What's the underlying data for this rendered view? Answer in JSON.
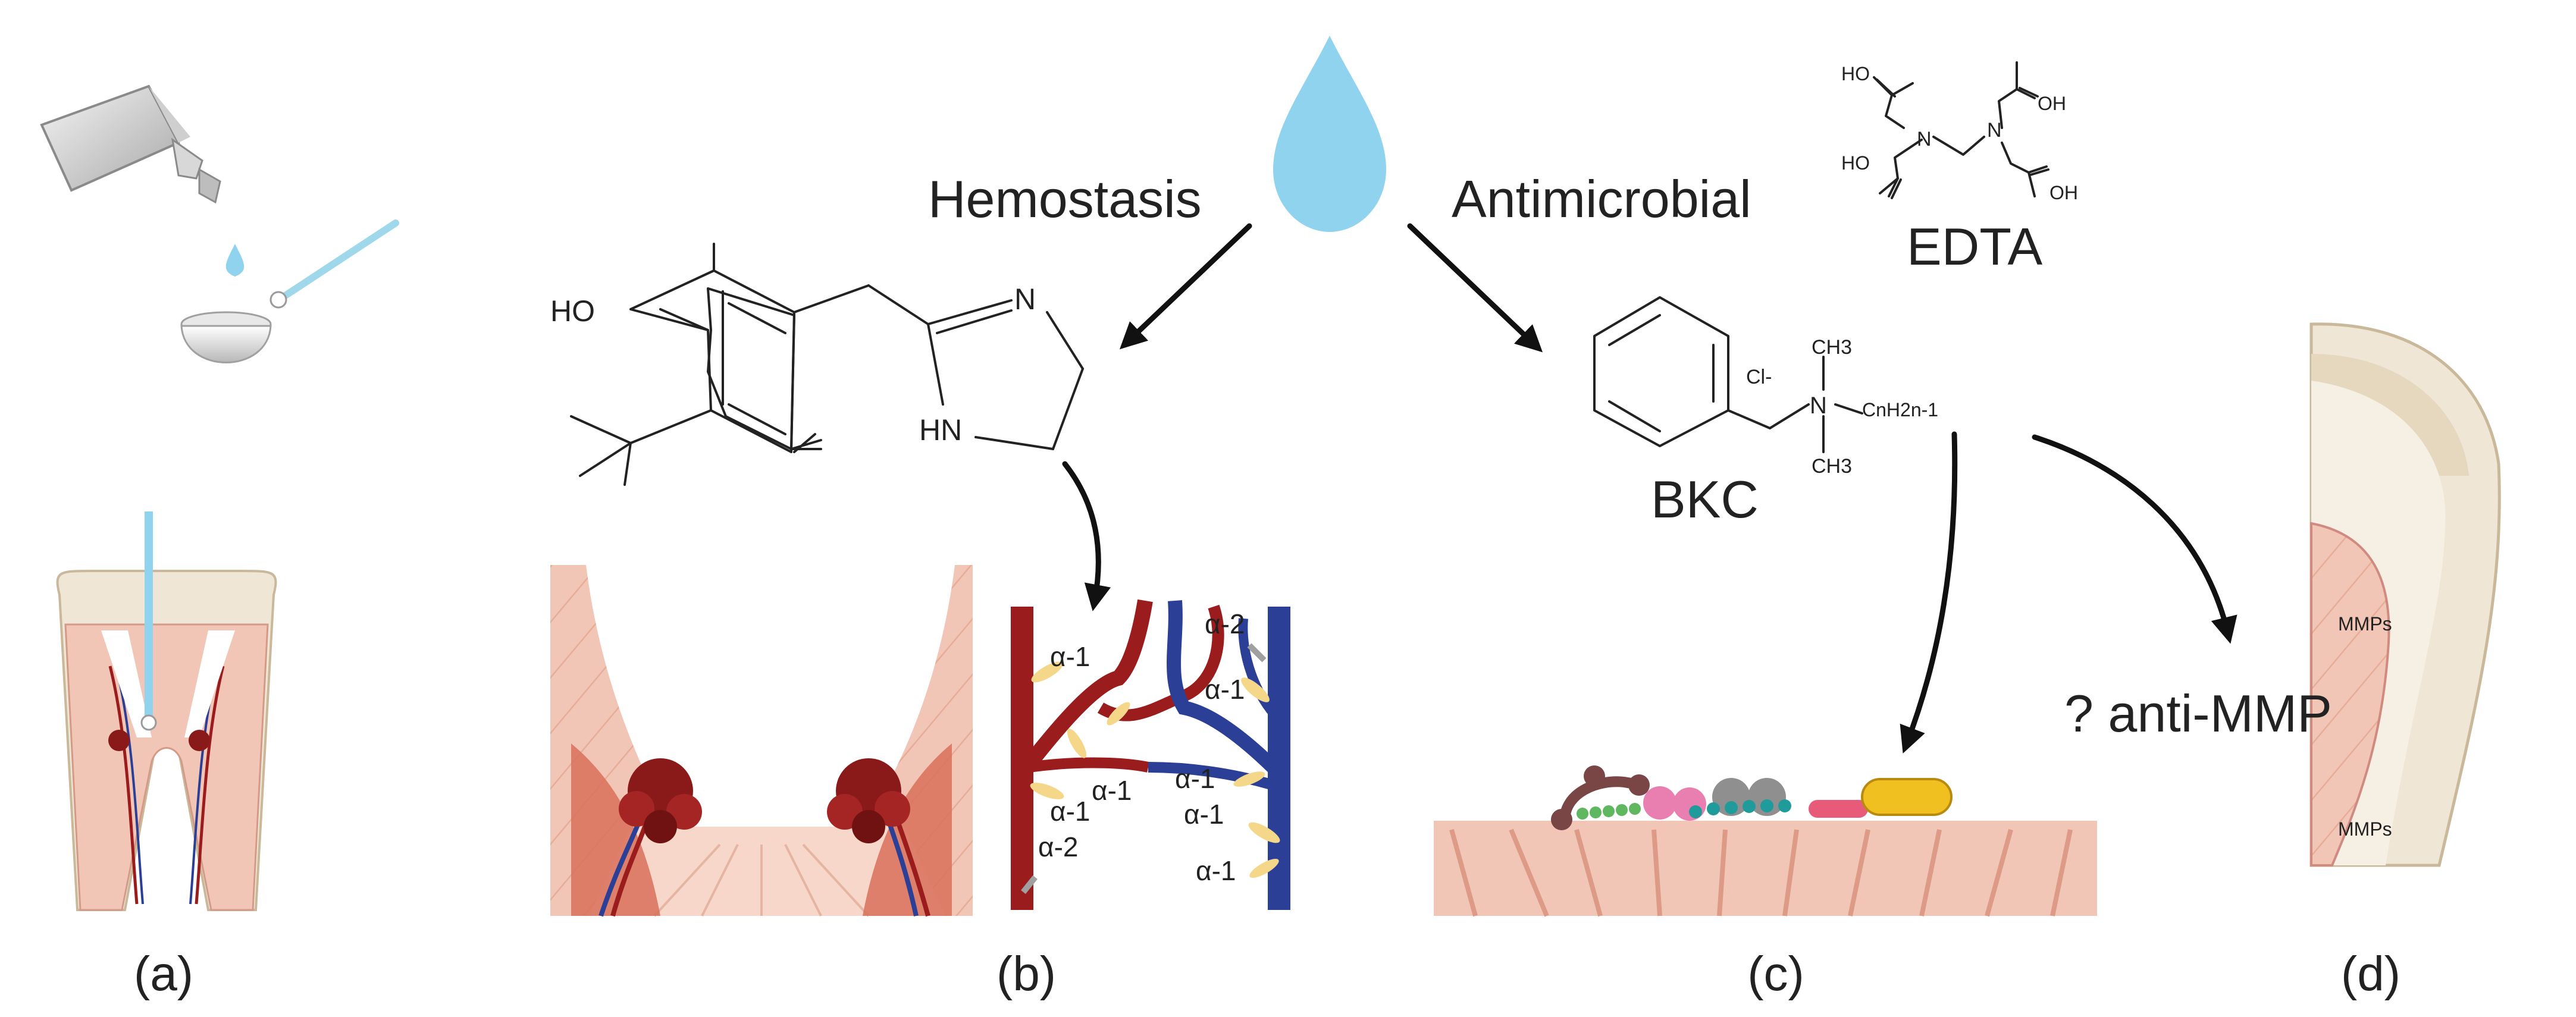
{
  "labels": {
    "hemostasis": "Hemostasis",
    "antimicrobial": "Antimicrobial",
    "edta": "EDTA",
    "bkc": "BKC",
    "anti_mmp": "? anti-MMP",
    "panel_a": "(a)",
    "panel_b": "(b)",
    "panel_c": "(c)",
    "panel_d": "(d)"
  },
  "oxymetazoline": {
    "ho": "HO",
    "n": "N",
    "hn": "HN"
  },
  "edta_structure": {
    "hooc_tl": "HO",
    "hooc_bl": "HO",
    "cooh_tr": "OH",
    "cooh_br": "OH",
    "n_left": "N",
    "n_right": "N"
  },
  "bkc_structure": {
    "cl": "Cl-",
    "n": "N",
    "ch3_top": "CH3",
    "ch3_bottom": "CH3",
    "chain": "CnH2n-1"
  },
  "receptors": [
    "α-1",
    "α-1",
    "α-1",
    "α-1",
    "α-1",
    "α-1",
    "α-1",
    "α-2",
    "α-2"
  ],
  "mmps": [
    "MMPs",
    "MMPs"
  ],
  "colors": {
    "drop": "#8fd3ef",
    "artery": "#9b1c1c",
    "vein": "#2b3f96",
    "tissue": "#f2c6b6",
    "tooth_enamel": "#efe6d6",
    "clot": "#8a1a1a",
    "bacteria_yellow": "#f0c020"
  }
}
